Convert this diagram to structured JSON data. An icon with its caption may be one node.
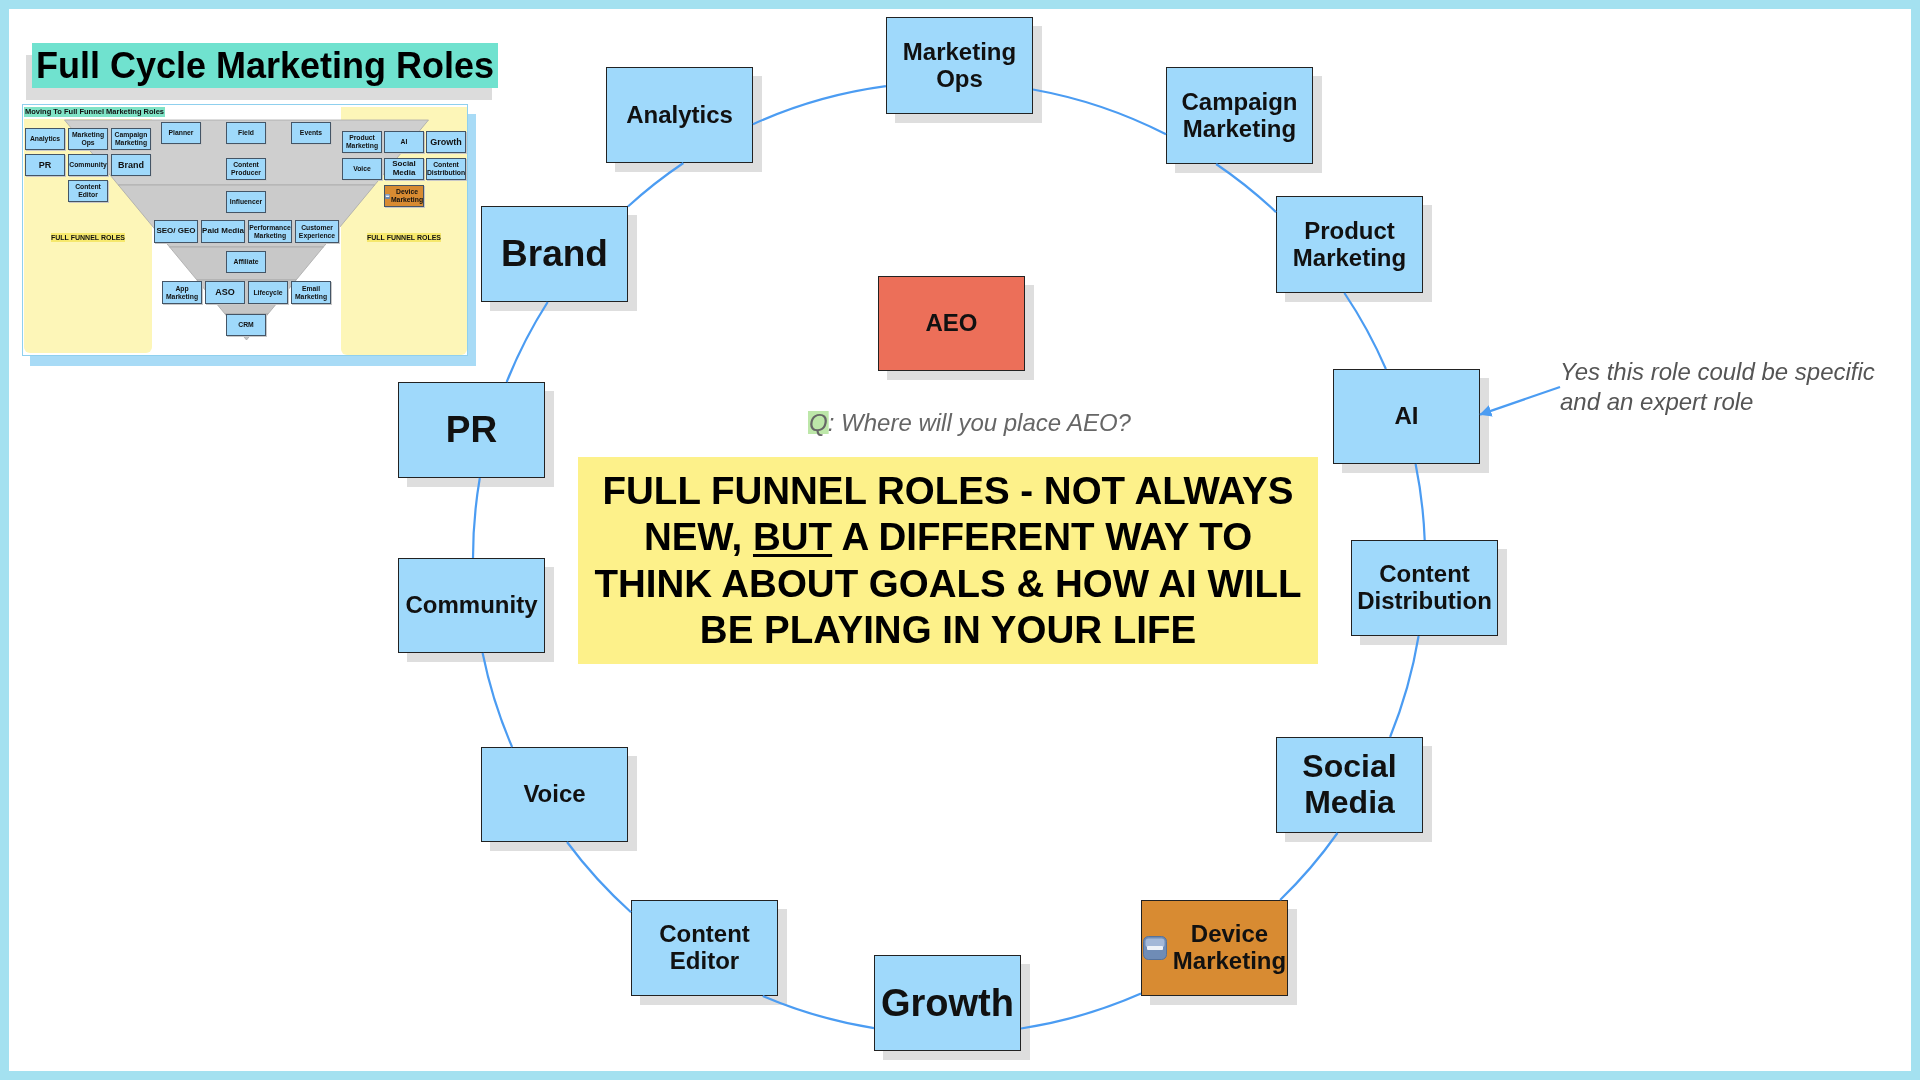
{
  "diagram": {
    "title": "Full Cycle Marketing Roles",
    "nodes": [
      {
        "text": [
          "Moving To Full Funnel Marketing Roles"
        ]
      },
      {
        "text": [
          "FULL FUNNEL ROLES"
        ],
        "in": 0
      },
      {
        "text": [
          "Analytics"
        ],
        "in": 1
      },
      {
        "text": [
          "Marketing Ops"
        ],
        "in": 1
      },
      {
        "text": [
          "Campaign Marketing"
        ],
        "in": 1
      },
      {
        "text": [
          "PR"
        ],
        "in": 1
      },
      {
        "text": [
          "Community"
        ],
        "in": 1
      },
      {
        "text": [
          "Brand"
        ],
        "in": 1
      },
      {
        "text": [
          "Content Editor"
        ],
        "in": 1
      },
      {
        "text": [
          "Planner"
        ],
        "in": 0
      },
      {
        "text": [
          "Field"
        ],
        "in": 0
      },
      {
        "text": [
          "Events"
        ],
        "in": 0
      },
      {
        "text": [
          "Content Producer"
        ],
        "in": 0
      },
      {
        "text": [
          "Influencer"
        ],
        "in": 0
      },
      {
        "text": [
          "SEO/ GEO"
        ],
        "in": 0
      },
      {
        "text": [
          "Paid Media"
        ],
        "in": 0
      },
      {
        "text": [
          "Performance Marketing"
        ],
        "in": 0
      },
      {
        "text": [
          "Customer Experience"
        ],
        "in": 0
      },
      {
        "text": [
          "Affiliate"
        ],
        "in": 0
      },
      {
        "text": [
          "App Marketing"
        ],
        "in": 0
      },
      {
        "text": [
          "ASO"
        ],
        "in": 0
      },
      {
        "text": [
          "Lifecycle"
        ],
        "in": 0
      },
      {
        "text": [
          "Email Marketing"
        ],
        "in": 0
      },
      {
        "text": [
          "CRM"
        ],
        "in": 0
      },
      {
        "text": [
          "FULL FUNNEL ROLES"
        ],
        "in": 0
      },
      {
        "text": [
          "Product Marketing"
        ],
        "in": 24
      },
      {
        "text": [
          "AI"
        ],
        "in": 24
      },
      {
        "text": [
          "Growth"
        ],
        "in": 24
      },
      {
        "text": [
          "Voice"
        ],
        "in": 24
      },
      {
        "text": [
          "Social Media"
        ],
        "in": 24
      },
      {
        "text": [
          "Content Distribution"
        ],
        "in": 24
      },
      {
        "text": [
          "Device Marketing"
        ],
        "in": 24
      },
      {
        "text": [
          "Marketing Ops"
        ]
      },
      {
        "text": [
          "Analytics"
        ]
      },
      {
        "text": [
          "Campaign Marketing"
        ]
      },
      {
        "text": [
          "Brand"
        ]
      },
      {
        "text": [
          "Product Marketing"
        ]
      },
      {
        "text": [
          "AEO"
        ]
      },
      {
        "text": [
          "PR"
        ]
      },
      {
        "text": [
          "AI"
        ]
      },
      {
        "text": [
          "Yes this role could be specific and an expert role"
        ]
      },
      {
        "text": [
          "FULL FUNNEL ROLES - NOT ALWAYS NEW, **BUT** A DIFFERENT WAY TO THINK ABOUT GOALS & HOW AI WILL BE PLAYING IN YOUR LIFE"
        ]
      },
      {
        "text": [
          "Community"
        ]
      },
      {
        "text": [
          "Content Distribution"
        ]
      },
      {
        "text": [
          "Social Media"
        ]
      },
      {
        "text": [
          "Voice"
        ]
      },
      {
        "text": [
          "Content Editor"
        ]
      },
      {
        "text": [
          "Device Marketing"
        ]
      },
      {
        "text": [
          "Growth"
        ]
      }
    ],
    "edges": [
      {
        "from": 32,
        "to": 34,
        "arrow": "none"
      },
      {
        "from": 34,
        "to": 36,
        "arrow": "none"
      },
      {
        "from": 36,
        "to": 39,
        "arrow": "none"
      },
      {
        "from": 39,
        "to": 43,
        "arrow": "none"
      },
      {
        "from": 43,
        "to": 44,
        "arrow": "none"
      },
      {
        "from": 44,
        "to": 47,
        "arrow": "none"
      },
      {
        "from": 47,
        "to": 48,
        "arrow": "none"
      },
      {
        "from": 48,
        "to": 46,
        "arrow": "none"
      },
      {
        "from": 46,
        "to": 45,
        "arrow": "none"
      },
      {
        "from": 45,
        "to": 42,
        "arrow": "none"
      },
      {
        "from": 42,
        "to": 38,
        "arrow": "none"
      },
      {
        "from": 38,
        "to": 35,
        "arrow": "none"
      },
      {
        "from": 35,
        "to": 33,
        "arrow": "none"
      },
      {
        "from": 33,
        "to": 32,
        "arrow": "none"
      },
      {
        "from": 40,
        "to": 39,
        "arrow": "to"
      }
    ],
    "labels": [
      "Q: Where will you place AEO?"
    ]
  }
}
